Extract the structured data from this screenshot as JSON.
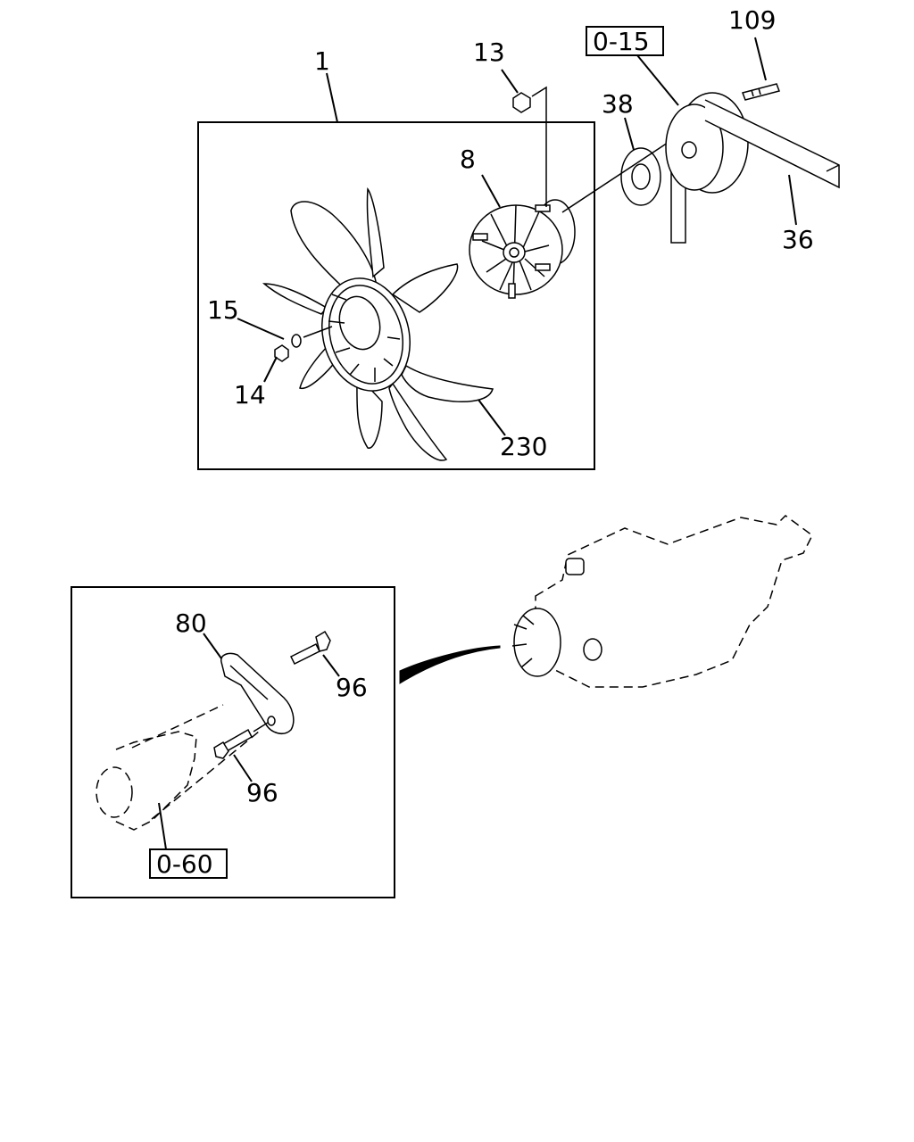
{
  "callouts": {
    "fan_assembly": "1",
    "nut_13": "13",
    "ref_upper": "0-15",
    "stud_109": "109",
    "washer_38": "38",
    "clutch_8": "8",
    "belt_36": "36",
    "washer_15": "15",
    "nut_14": "14",
    "fan_230": "230",
    "bracket_80": "80",
    "bolt_96_a": "96",
    "bolt_96_b": "96",
    "ref_lower": "0-60"
  }
}
